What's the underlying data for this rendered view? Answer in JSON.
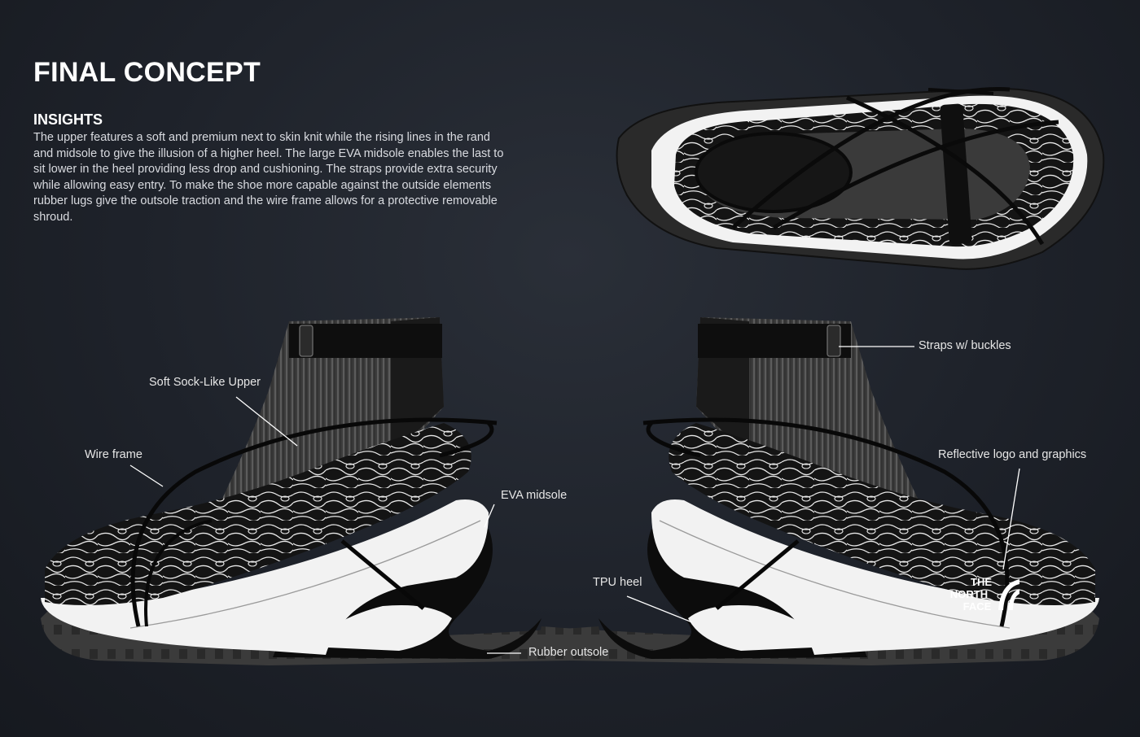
{
  "header": {
    "title": "FINAL CONCEPT",
    "subtitle": "INSIGHTS",
    "description": "The upper features a soft and premium next to skin knit while the rising lines in the rand and midsole to give the illusion of a higher heel. The large EVA midsole enables the last to sit lower in the heel providing less drop and cushioning. The straps provide extra security while allowing easy entry. To make the shoe more capable against the outside elements rubber lugs give the outsole traction and the wire frame allows for a protective removable shroud."
  },
  "callouts": {
    "soft_upper": "Soft Sock-Like Upper",
    "wire_frame": "Wire frame",
    "eva_midsole": "EVA midsole",
    "rubber_outsole": "Rubber outsole",
    "straps": "Straps w/ buckles",
    "reflective": "Reflective logo and graphics",
    "tpu_heel": "TPU heel"
  },
  "logo": {
    "line1": "THE",
    "line2": "NORTH",
    "line3": "FACE"
  },
  "colors": {
    "background": "#1e222a",
    "midsole": "#f2f2f2",
    "outsole": "#3a3a3a",
    "knit": "#4a4a4a",
    "topo": "#111111",
    "accent_lines": "#ffffff"
  }
}
